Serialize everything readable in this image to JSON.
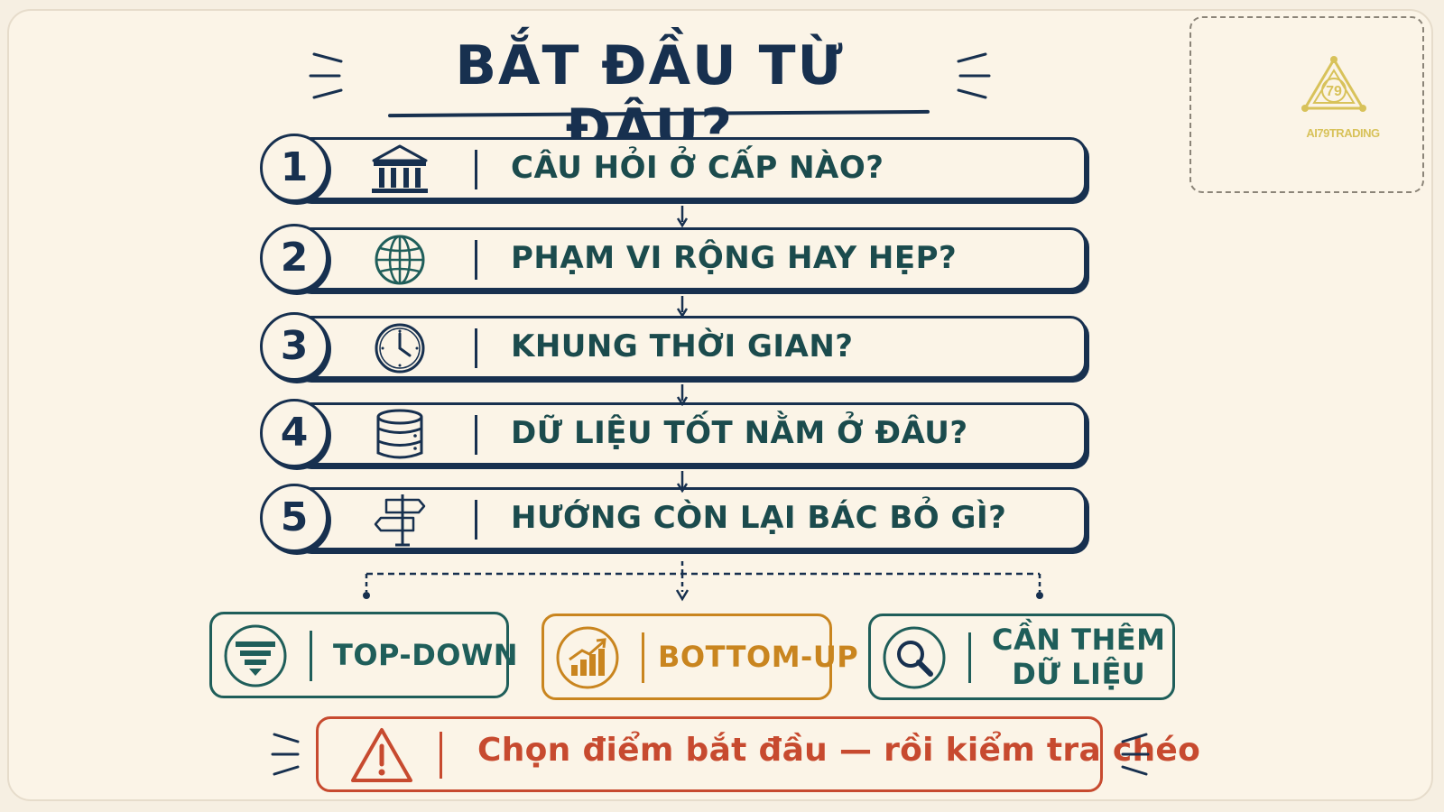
{
  "title": "BẮT ĐẦU TỪ ĐÂU?",
  "logo": {
    "text": "AI79TRADING",
    "mark_text": "79"
  },
  "steps": [
    {
      "number": "1",
      "icon": "bank-icon",
      "label": "CÂU HỎI Ở CẤP NÀO?"
    },
    {
      "number": "2",
      "icon": "globe-icon",
      "label": "PHẠM VI RỘNG HAY HẸP?"
    },
    {
      "number": "3",
      "icon": "clock-icon",
      "label": "KHUNG THỜI GIAN?"
    },
    {
      "number": "4",
      "icon": "database-icon",
      "label": "DỮ LIỆU TỐT NẰM Ở ĐÂU?"
    },
    {
      "number": "5",
      "icon": "signpost-icon",
      "label": "HƯỚNG CÒN LẠI BÁC BỎ GÌ?"
    }
  ],
  "outcomes": [
    {
      "icon": "funnel-icon",
      "label": "TOP-DOWN",
      "color": "#1f5e5a"
    },
    {
      "icon": "growth-chart-icon",
      "label": "BOTTOM-UP",
      "color": "#c9851f"
    },
    {
      "icon": "magnifier-icon",
      "label_line1": "CẦN THÊM",
      "label_line2": "DỮ LIỆU",
      "color": "#1f5e5a"
    }
  ],
  "warning": {
    "icon": "warning-icon",
    "text": "Chọn điểm bắt đầu — rồi kiểm tra chéo",
    "color": "#c74a2f"
  },
  "colors": {
    "ink": "#17304f",
    "teal": "#1b4b4d",
    "background": "#f6efe2"
  }
}
